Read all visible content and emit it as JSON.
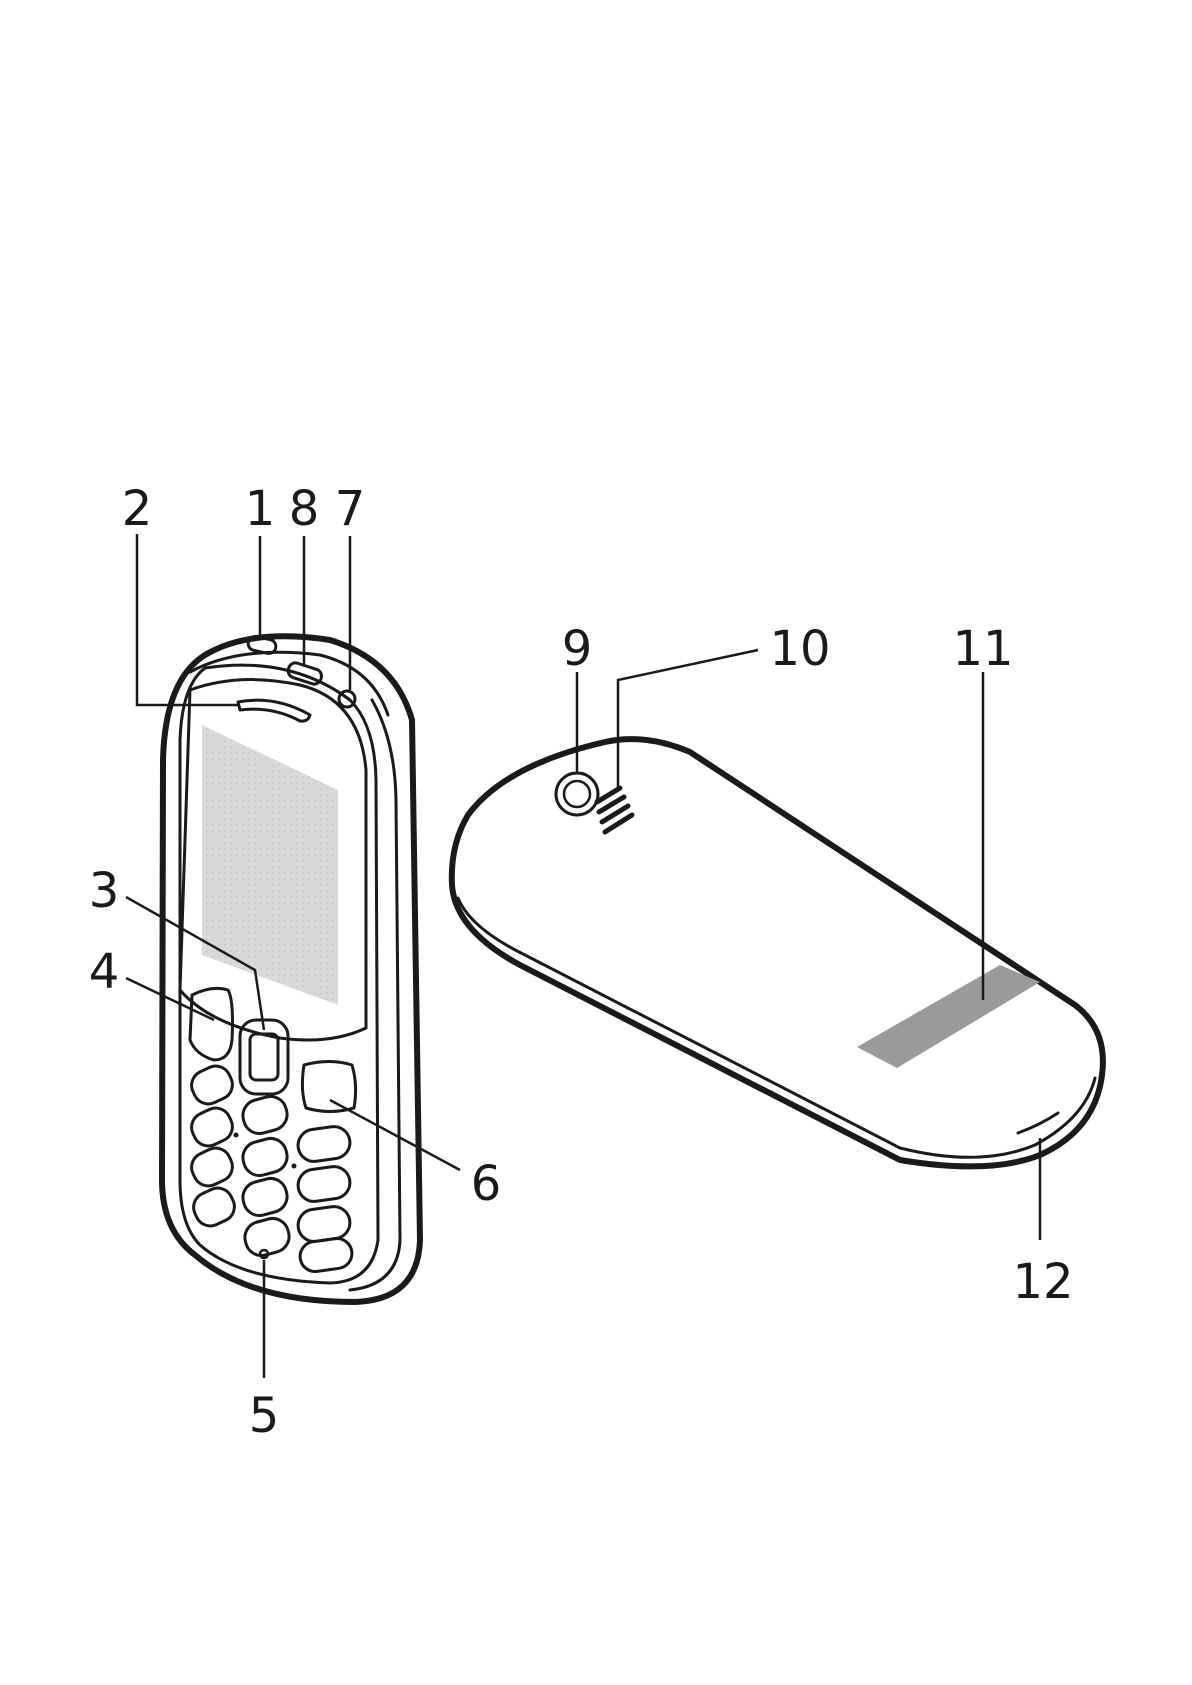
{
  "callouts": [
    "1",
    "2",
    "3",
    "4",
    "5",
    "6",
    "7",
    "8",
    "9",
    "10",
    "11",
    "12"
  ],
  "colors": {
    "ink": "#1a1a1a",
    "display": "#d6d6d6",
    "label_area": "#9a9a9a",
    "background": "#ffffff"
  }
}
